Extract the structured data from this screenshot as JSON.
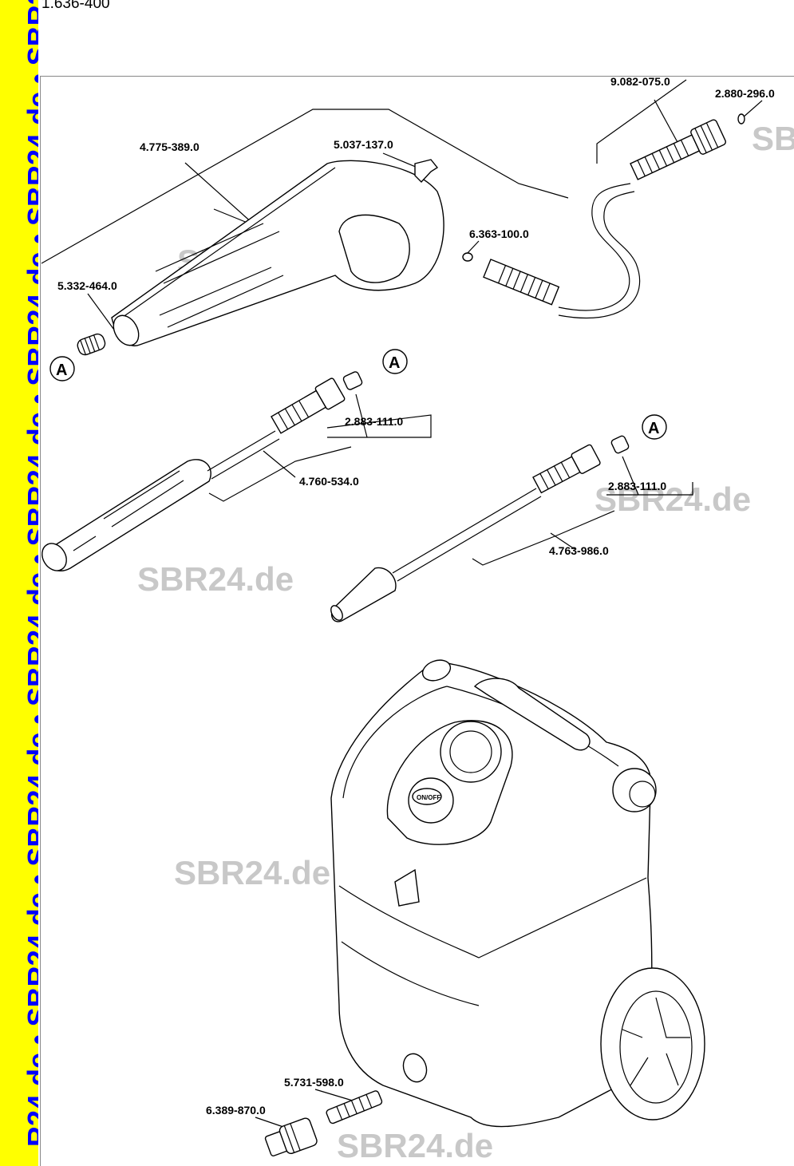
{
  "document_id": "1.636-400",
  "sidebar_text": "R24.de • SBR24.de • SBR24.de • SBR24.de • SBR24.de • SBR24.de • SBR24.de • SBR24.de • SBR24",
  "watermark": "SBR24.de",
  "callout_marker": "A",
  "control_knob_label": "ON/OFF",
  "part_labels": {
    "hose": "9.082-075.0",
    "oring_top": "2.880-296.0",
    "gun": "4.775-389.0",
    "clip": "5.037-137.0",
    "oring_gun": "6.363-100.0",
    "spring": "5.332-464.0",
    "nozzle_1": "2.883-111.0",
    "lance_1": "4.760-534.0",
    "nozzle_2": "2.883-111.0",
    "lance_2": "4.763-986.0",
    "filter": "5.731-598.0",
    "coupling": "6.389-870.0"
  },
  "colors": {
    "sidebar": "#ffff00",
    "sidebar_text": "#0000ff",
    "watermark": "#c8c8c8"
  }
}
